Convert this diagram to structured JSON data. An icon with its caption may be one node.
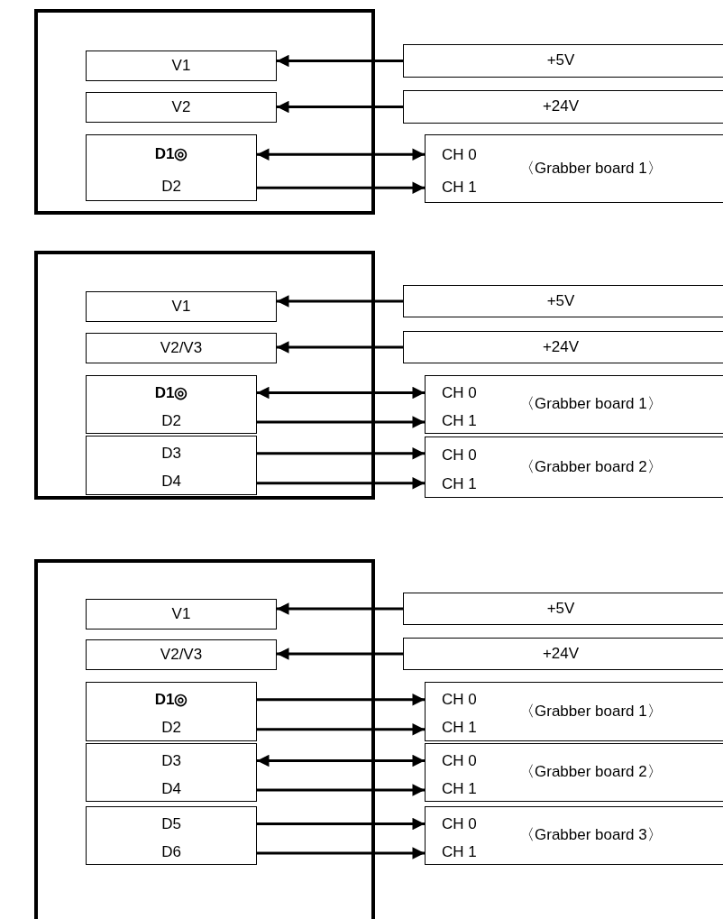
{
  "diagram": {
    "nodes": [
      {
        "text": [],
        "shape": "box"
      },
      {
        "text": [
          "V1"
        ],
        "in": 0
      },
      {
        "text": [
          "V2"
        ],
        "in": 0
      },
      {
        "text": [
          "D1◎",
          "D2"
        ],
        "in": 0
      },
      {
        "text": [
          "+5V"
        ]
      },
      {
        "text": [
          "+24V"
        ]
      },
      {
        "text": [
          "CH 0",
          "CH 1",
          "〈Grabber board 1〉"
        ]
      },
      {
        "text": [],
        "shape": "box"
      },
      {
        "text": [
          "V1"
        ],
        "in": 7
      },
      {
        "text": [
          "V2/V3"
        ],
        "in": 7
      },
      {
        "text": [
          "D1◎",
          "D2"
        ],
        "in": 7
      },
      {
        "text": [
          "D3",
          "D4"
        ],
        "in": 7
      },
      {
        "text": [
          "+5V"
        ]
      },
      {
        "text": [
          "+24V"
        ]
      },
      {
        "text": [
          "CH 0",
          "CH 1",
          "〈Grabber board 1〉"
        ]
      },
      {
        "text": [
          "CH 0",
          "CH 1",
          "〈Grabber board 2〉"
        ]
      },
      {
        "text": [],
        "shape": "box"
      },
      {
        "text": [
          "V1"
        ],
        "in": 16
      },
      {
        "text": [
          "V2/V3"
        ],
        "in": 16
      },
      {
        "text": [
          "D1◎",
          "D2"
        ],
        "in": 16
      },
      {
        "text": [
          "D3",
          "D4"
        ],
        "in": 16
      },
      {
        "text": [
          "D5",
          "D6"
        ],
        "in": 16
      },
      {
        "text": [
          "+5V"
        ]
      },
      {
        "text": [
          "+24V"
        ]
      },
      {
        "text": [
          "CH 0",
          "CH 1",
          "〈Grabber board 1〉"
        ]
      },
      {
        "text": [
          "CH 0",
          "CH 1",
          "〈Grabber board 2〉"
        ]
      },
      {
        "text": [
          "CH 0",
          "CH 1",
          "〈Grabber board 3〉"
        ]
      }
    ],
    "edges": [
      {
        "from": 4,
        "to": 1,
        "arrow": "to"
      },
      {
        "from": 5,
        "to": 2,
        "arrow": "to"
      },
      {
        "from": 3,
        "to": 6,
        "arrow": "both"
      },
      {
        "from": 3,
        "to": 6,
        "arrow": "to"
      },
      {
        "from": 12,
        "to": 8,
        "arrow": "to"
      },
      {
        "from": 13,
        "to": 9,
        "arrow": "to"
      },
      {
        "from": 10,
        "to": 14,
        "arrow": "both"
      },
      {
        "from": 10,
        "to": 14,
        "arrow": "to"
      },
      {
        "from": 11,
        "to": 15,
        "arrow": "to"
      },
      {
        "from": 11,
        "to": 15,
        "arrow": "to"
      },
      {
        "from": 22,
        "to": 17,
        "arrow": "to"
      },
      {
        "from": 23,
        "to": 18,
        "arrow": "to"
      },
      {
        "from": 19,
        "to": 24,
        "arrow": "to"
      },
      {
        "from": 19,
        "to": 24,
        "arrow": "to"
      },
      {
        "from": 20,
        "to": 25,
        "arrow": "both"
      },
      {
        "from": 20,
        "to": 25,
        "arrow": "to"
      },
      {
        "from": 21,
        "to": 26,
        "arrow": "to"
      },
      {
        "from": 21,
        "to": 26,
        "arrow": "to"
      }
    ]
  }
}
